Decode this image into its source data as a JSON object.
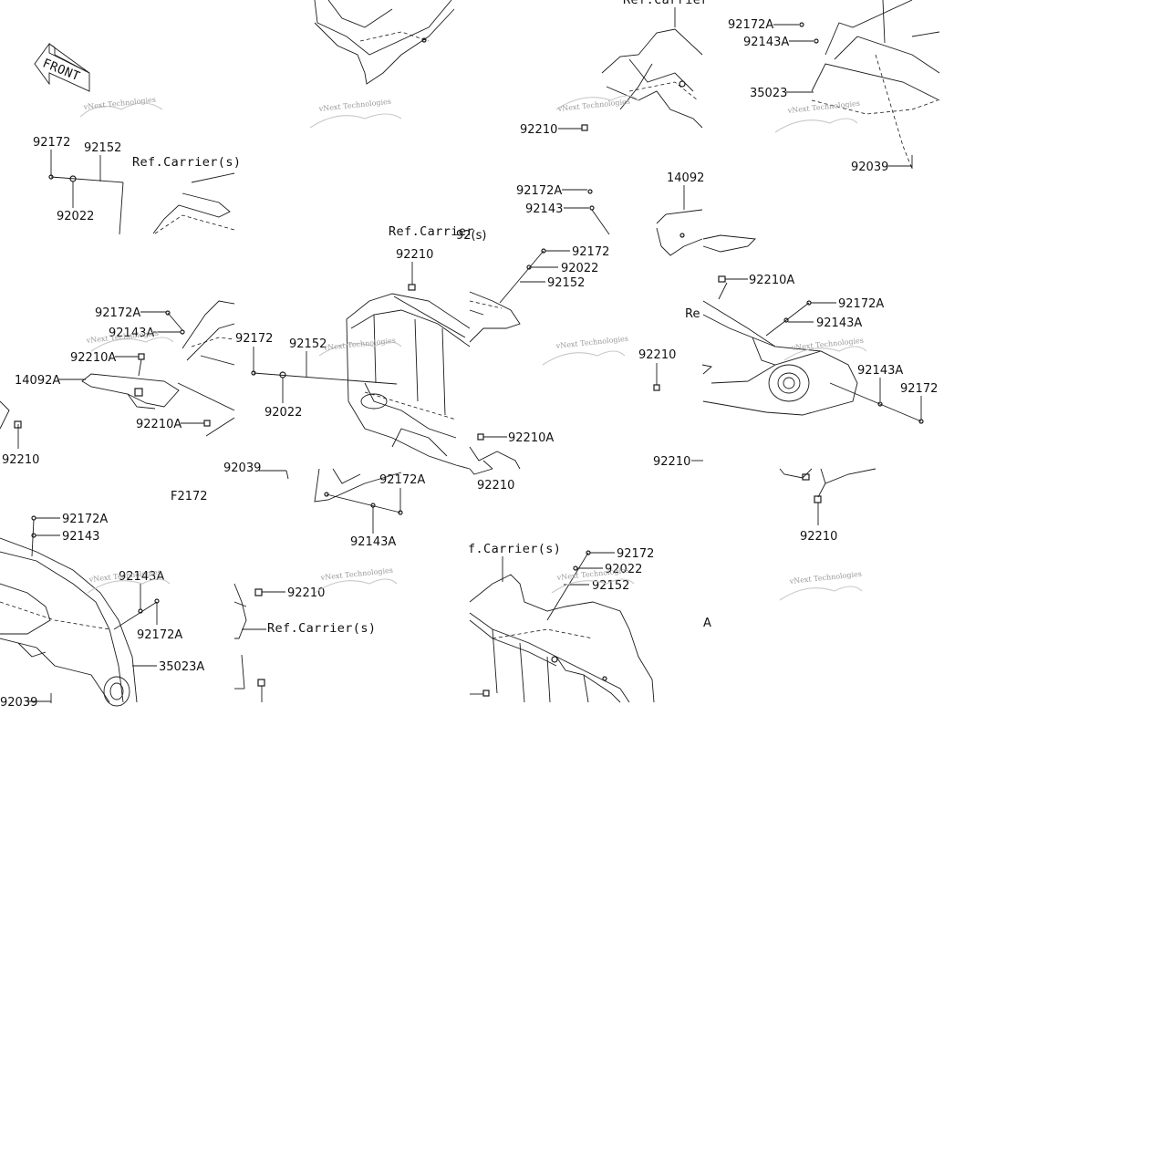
{
  "diagram": {
    "background": "#ffffff",
    "line_color": "#1a1a1a",
    "watermark_color": "#9a9a9a",
    "front_badge": "FRONT",
    "figure_code": "F2172",
    "watermark_text": "vNext Technologies",
    "tile_labels": {
      "t1": {},
      "t2": {},
      "t3": {
        "ref": "Ref.Carrier",
        "p92210": "92210"
      },
      "t4": {
        "p92172A": "92172A",
        "p92143A": "92143A",
        "p35023": "35023",
        "p92039": "92039"
      },
      "t5": {
        "p92172": "92172",
        "p92152": "92152",
        "p92022": "92022",
        "ref": "Ref.Carrier(s)"
      },
      "t6": {
        "ref": "Ref.Carrier",
        "p92210": "92210",
        "p92172": "92172",
        "p92152": "92152",
        "p92022": "92022",
        "p92210b": "92210",
        "p92039": "92039",
        "p92172A": "92172A",
        "p92143A": "92143A"
      },
      "t7": {
        "p92172A": "92172A",
        "p92143": "92143",
        "p92172": "92172",
        "p92022": "92022",
        "p92152": "92152",
        "p92210A": "92210A",
        "p92210": "92210",
        "s_frag": "92(s)"
      },
      "t8": {
        "p14092": "14092",
        "p92210A": "92210A",
        "p92172A": "92172A",
        "p92143A": "92143A",
        "p92143Ab": "92143A",
        "p92172Ab": "92172",
        "ref": "Re",
        "p92210": "92210",
        "p92210b": "92210"
      },
      "t9": {
        "p92172A": "92172A",
        "p92143A": "92143A",
        "p14092A": "14092A",
        "p92210A": "92210A",
        "p92210Ab": "92210A",
        "p92210": "92210",
        "p92172Ab": "92172A",
        "p92143": "92143",
        "p92143Ab": "92143A",
        "p92172Ac": "92172A",
        "p35023A": "35023A",
        "p92039": "92039"
      },
      "t10": {
        "p92210": "92210",
        "ref": "Ref.Carrier(s)"
      },
      "t11": {
        "ref": "f.Carrier(s)",
        "p92172": "92172",
        "p92022": "92022",
        "p92152": "92152"
      },
      "t12": {
        "a": "A"
      }
    }
  }
}
